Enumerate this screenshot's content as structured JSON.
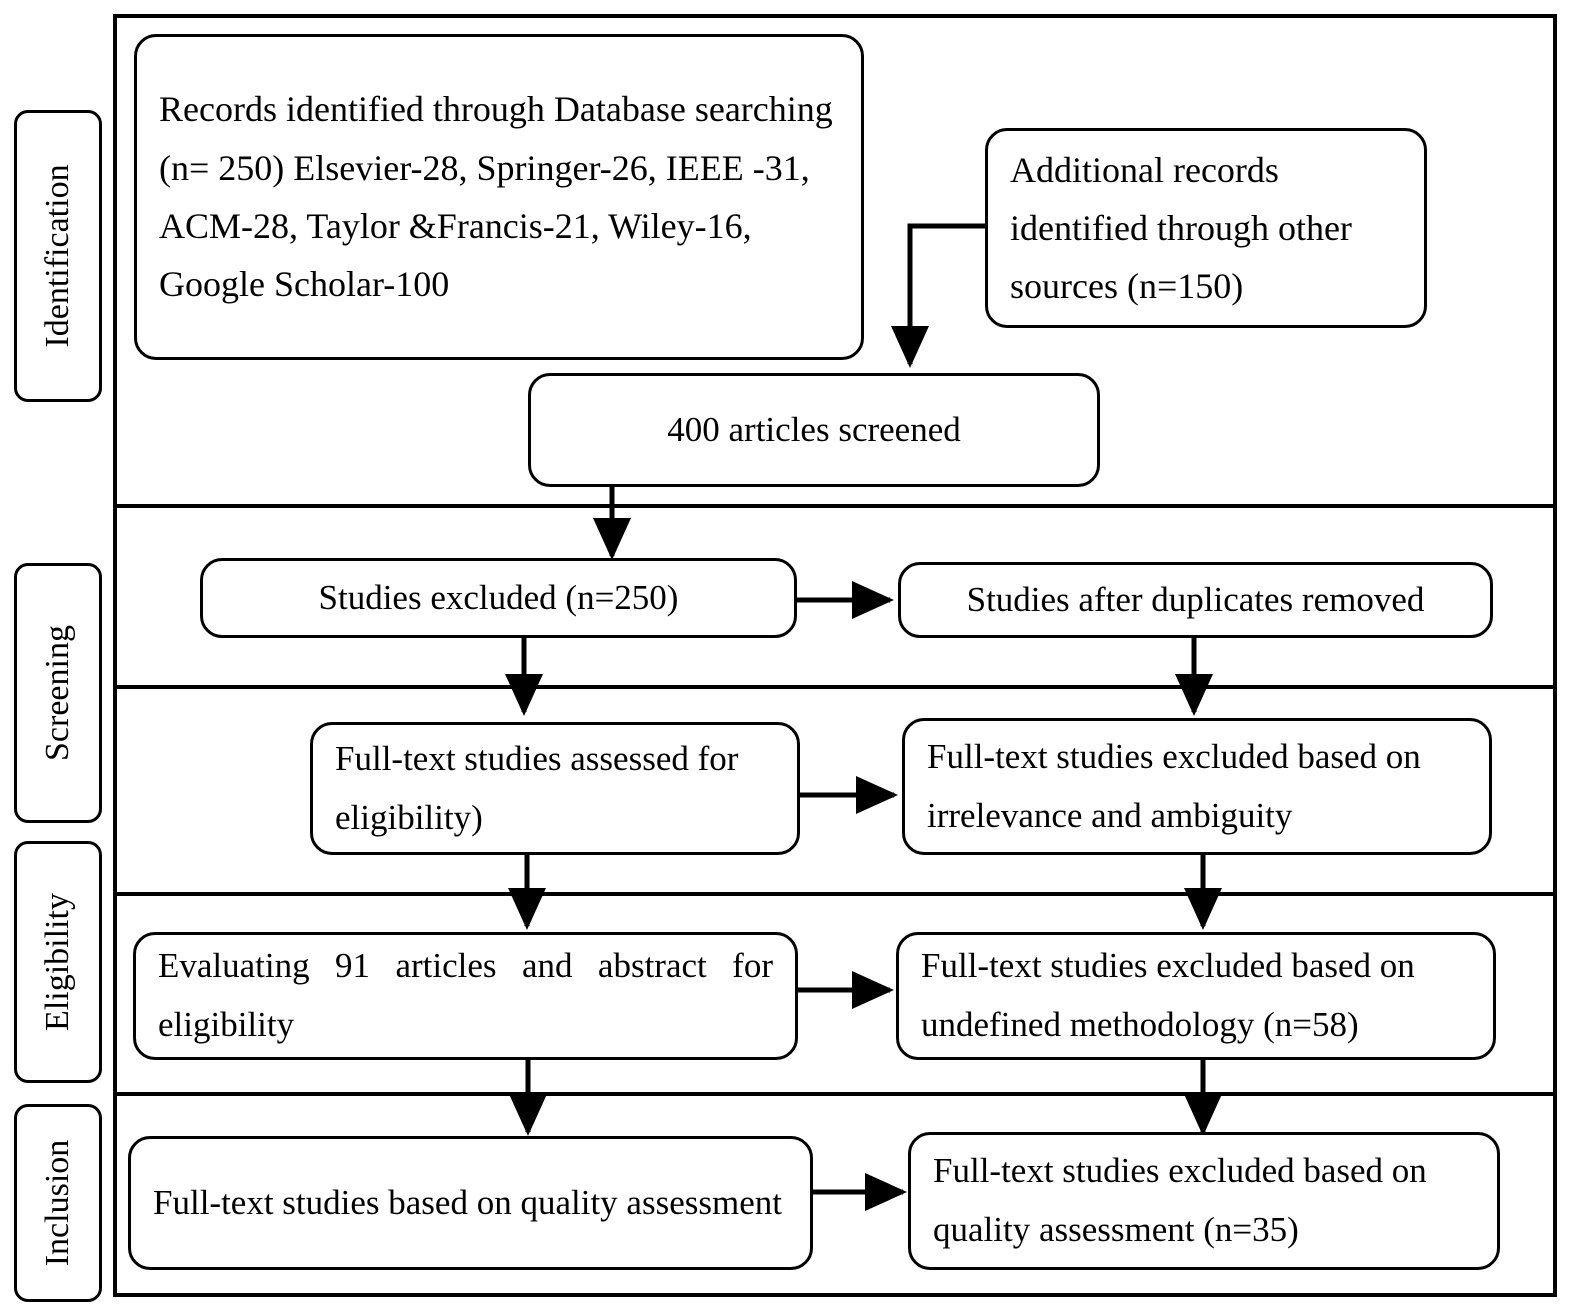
{
  "diagram": {
    "type": "prisma-flow-diagram",
    "stages": [
      {
        "id": "identification",
        "label": "Identification"
      },
      {
        "id": "screening",
        "label": "Screening"
      },
      {
        "id": "eligibility",
        "label": "Eligibility"
      },
      {
        "id": "inclusion",
        "label": "Inclusion"
      }
    ],
    "nodes": {
      "records_db": "Records identified through Database searching (n= 250) Elsevier-28, Springer-26, IEEE -31, ACM-28, Taylor &Francis-21, Wiley-16, Google Scholar-100",
      "additional_records": "Additional records identified through other sources (n=150)",
      "articles_screened": "400 articles screened",
      "studies_excluded": "Studies excluded (n=250)",
      "duplicates_removed": "Studies after duplicates removed",
      "fulltext_assessed": "Full-text studies assessed for eligibility)",
      "excluded_irrelevance": "Full-text studies excluded based on irrelevance and ambiguity",
      "evaluating_91": "Evaluating 91 articles and abstract for eligibility",
      "excluded_methodology": "Full-text studies excluded based on undefined methodology (n=58)",
      "quality_assessment": "Full-text studies based on quality assessment",
      "excluded_quality": "Full-text studies excluded based on quality assessment (n=35)"
    },
    "counts": {
      "database_records": 250,
      "elsevier": 28,
      "springer": 26,
      "ieee": 31,
      "acm": 28,
      "taylor_francis": 21,
      "wiley": 16,
      "google_scholar": 100,
      "additional_records": 150,
      "articles_screened": 400,
      "studies_excluded": 250,
      "evaluating_articles": 91,
      "excluded_methodology": 58,
      "excluded_quality": 35
    },
    "colors": {
      "stroke": "#000000",
      "background": "#ffffff",
      "text": "#000000"
    }
  }
}
